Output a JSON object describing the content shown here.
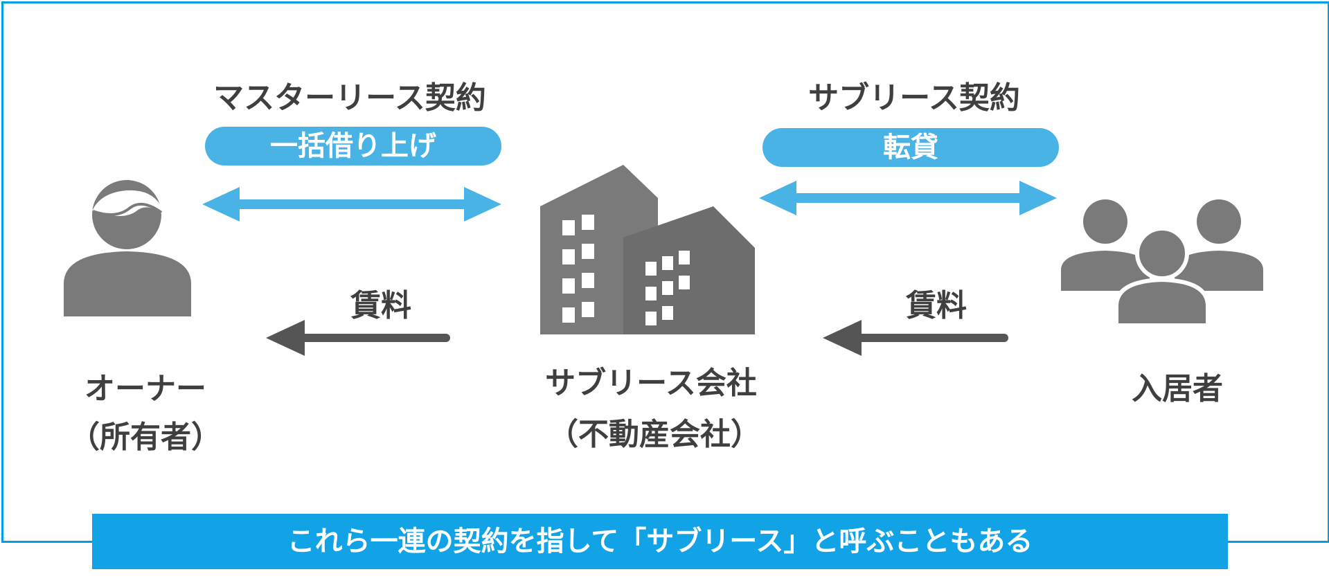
{
  "left_contract": {
    "title": "マスターリース契約",
    "pill": "一括借り上げ"
  },
  "right_contract": {
    "title": "サブリース契約",
    "pill": "転貸"
  },
  "rent_left": "賃料",
  "rent_right": "賃料",
  "owner": {
    "line1": "オーナー",
    "line2": "（所有者）",
    "icon": "person-icon"
  },
  "company": {
    "line1": "サブリース会社",
    "line2": "（不動産会社）",
    "icon": "building-icon"
  },
  "tenants": {
    "line1": "入居者",
    "icon": "group-icon"
  },
  "banner": "これら一連の契約を指して「サブリース」と呼ぶこともある",
  "colors": {
    "accent_blue": "#4ab3e6",
    "frame_blue": "#00a0e0",
    "banner_blue": "#11a3e5",
    "icon_gray": "#7a7a7a",
    "arrow_dark": "#555555",
    "text": "#3f3f3f"
  }
}
